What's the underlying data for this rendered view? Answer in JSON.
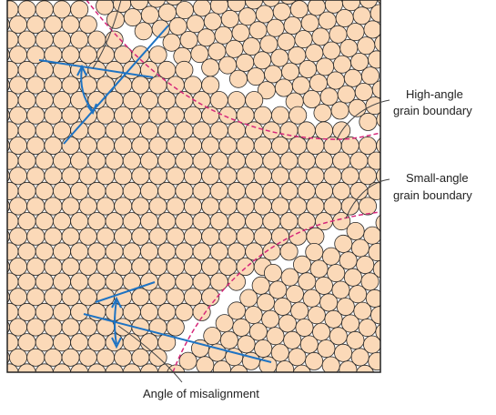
{
  "labels": {
    "high_angle_line1": "High-angle",
    "high_angle_line2": "grain boundary",
    "small_angle_line1": "Small-angle",
    "small_angle_line2": "grain boundary",
    "misalignment": "Angle of misalignment"
  },
  "colors": {
    "atom_fill": "#fbd9b8",
    "atom_stroke": "#2a2a2a",
    "boundary_dash": "#d6287a",
    "orientation_line": "#1e73c3",
    "text": "#222222"
  }
}
